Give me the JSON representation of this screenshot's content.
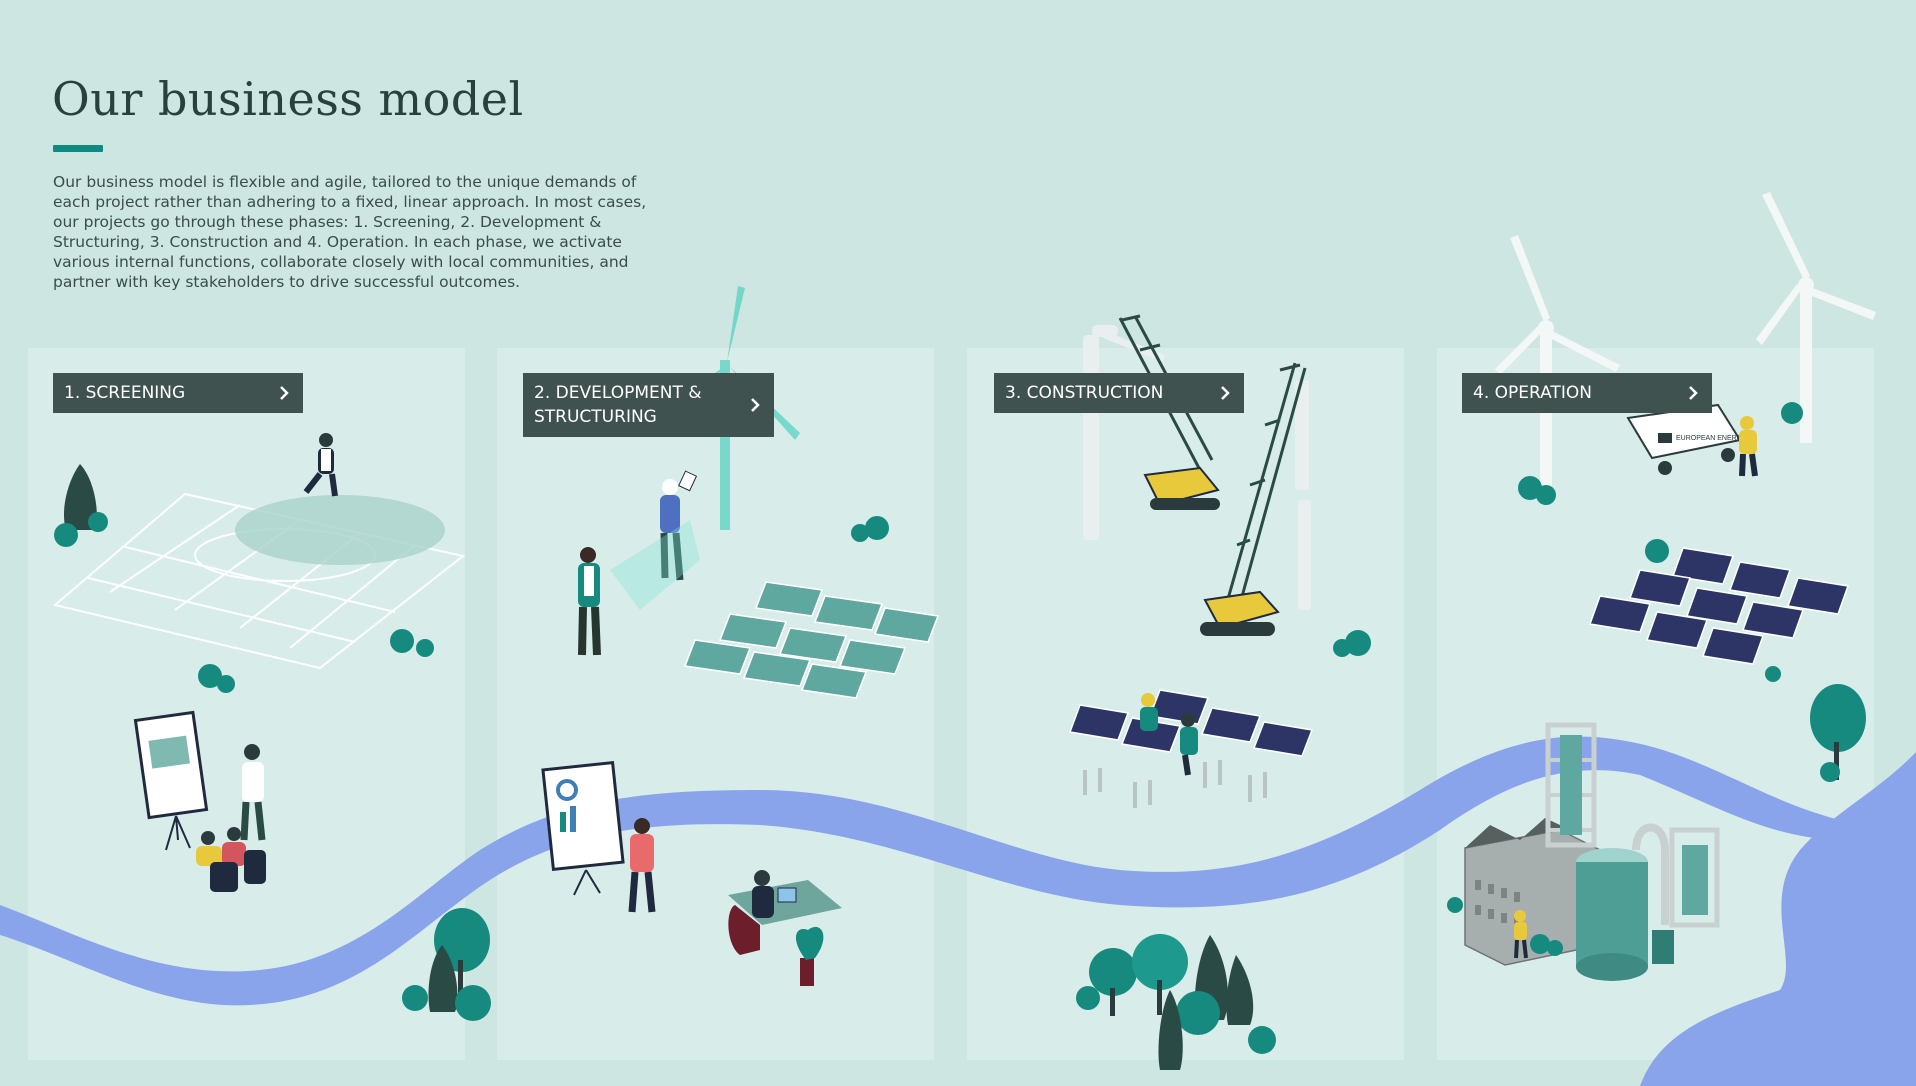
{
  "header": {
    "title": "Our business model",
    "intro": "Our business model is flexible and agile, tailored to the unique demands of each project rather than adhering to a fixed, linear approach. In most cases, our projects go through these phases: 1. Screening, 2. Development & Structuring, 3. Construction and 4. Operation. In each phase, we activate various internal functions, collaborate closely with local communities, and partner with key stakeholders to drive successful outcomes."
  },
  "phases": [
    {
      "label": "1. SCREENING",
      "icon": "chevron-right-icon"
    },
    {
      "label": "2. DEVELOPMENT & STRUCTURING",
      "icon": "chevron-right-icon"
    },
    {
      "label": "3. CONSTRUCTION",
      "icon": "chevron-right-icon"
    },
    {
      "label": "4. OPERATION",
      "icon": "chevron-right-icon"
    }
  ],
  "illustration": {
    "truck_logo_text": "EUROPEAN ENERGY",
    "colors": {
      "background": "#cde6e2",
      "river": "#8aa4eb",
      "accent": "#0f8a80",
      "button": "#40524f",
      "panel": "#e2f3f0",
      "tree": "#168a7e",
      "dark_tree": "#2a4b45",
      "solar": "#2c3566",
      "solar_teal": "#5fa89f",
      "crane": "#e8c93c"
    }
  }
}
